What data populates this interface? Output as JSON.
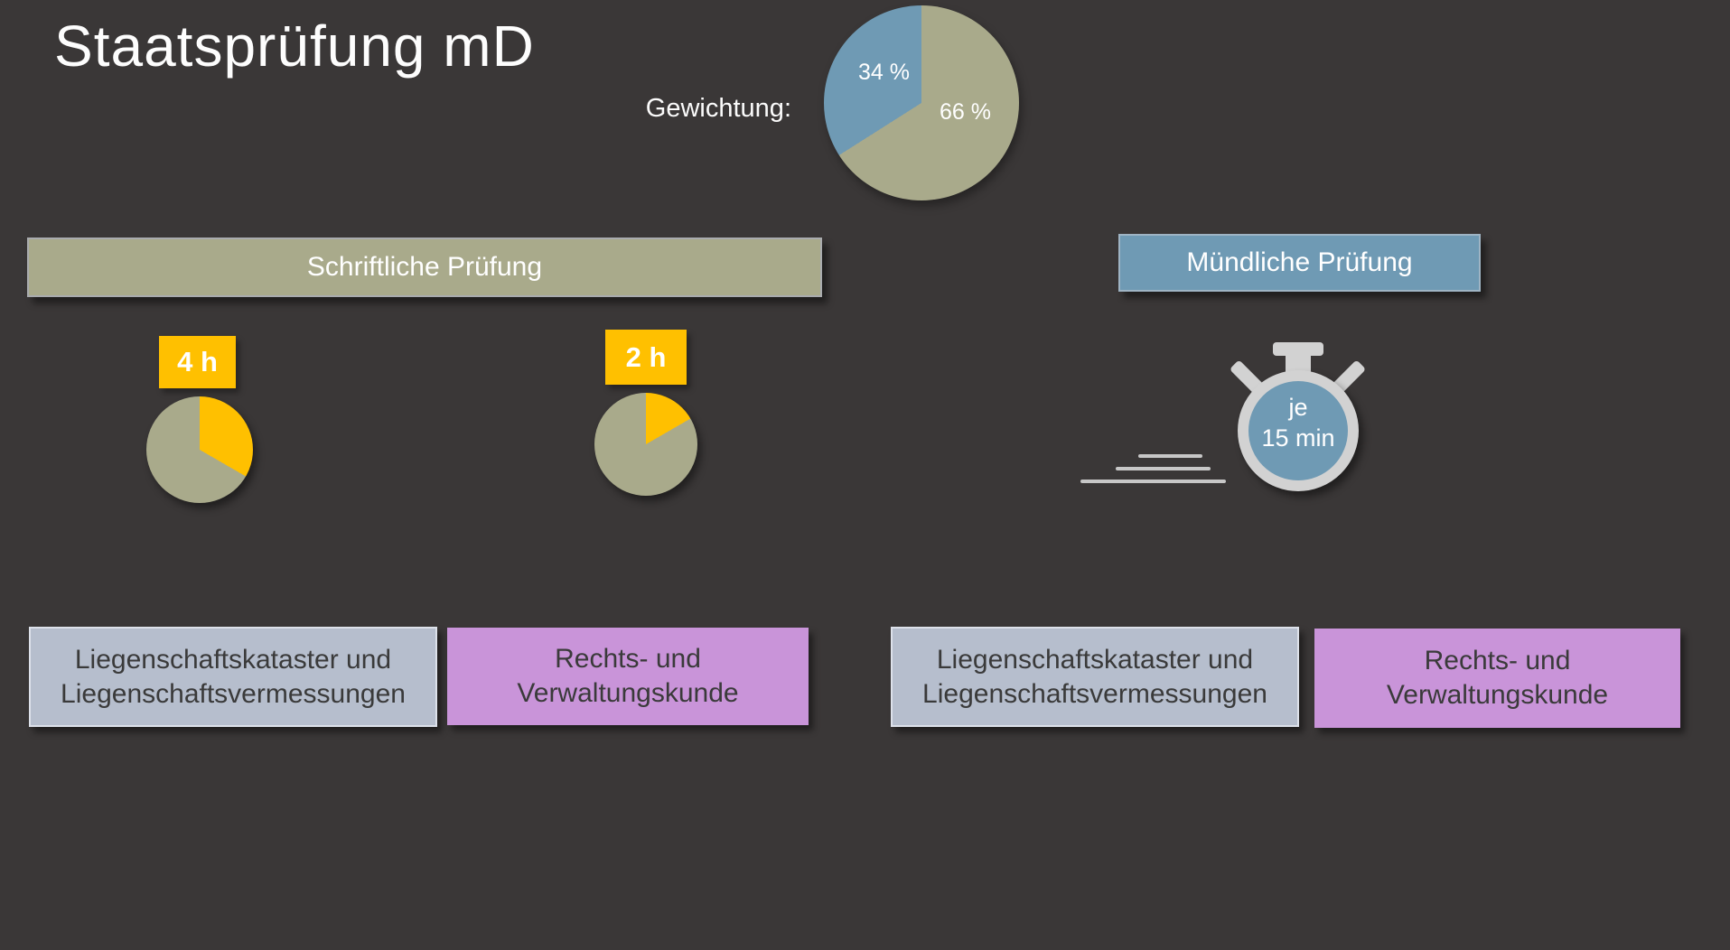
{
  "slide": {
    "title": "Staatsprüfung mD"
  },
  "colors": {
    "background": "#3a3737",
    "olive": "#a9aa8b",
    "steel_blue": "#6f9ab4",
    "yellow": "#ffc000",
    "periwinkle": "#b6becd",
    "purple": "#c994d9",
    "light_gray": "#d2d2d2",
    "dark_text": "#3a3a3a"
  },
  "weighting": {
    "label": "Gewichtung:"
  },
  "sections": {
    "written": {
      "header": "Schriftliche Prüfung",
      "durations": [
        "4 h",
        "2 h"
      ]
    },
    "oral": {
      "header": "Mündliche Prüfung",
      "duration": {
        "line1": "je",
        "line2": "15 min"
      }
    }
  },
  "subjects": [
    {
      "line1": "Liegenschaftskataster und",
      "line2": "Liegenschaftsvermessungen"
    },
    {
      "line1": "Rechts- und",
      "line2": "Verwaltungskunde"
    },
    {
      "line1": "Liegenschaftskataster und",
      "line2": "Liegenschaftsvermessungen"
    },
    {
      "line1": "Rechts- und",
      "line2": "Verwaltungskunde"
    }
  ],
  "chart_data": [
    {
      "type": "pie",
      "name": "gewichtung",
      "title": "Gewichtung:",
      "total": 100,
      "slices": [
        {
          "name": "Schriftliche Prüfung",
          "value": 66,
          "label": "66 %",
          "color": "#a9aa8b"
        },
        {
          "name": "Mündliche Prüfung",
          "value": 34,
          "label": "34 %",
          "color": "#6f9ab4"
        }
      ]
    },
    {
      "type": "pie",
      "name": "written-exam-part1-clock",
      "title": "4 h",
      "total": 12,
      "slices": [
        {
          "name": "4 h",
          "value": 4,
          "color": "#ffc000"
        },
        {
          "name": "remainder",
          "value": 8,
          "color": "#a9aa8b"
        }
      ]
    },
    {
      "type": "pie",
      "name": "written-exam-part2-clock",
      "title": "2 h",
      "total": 12,
      "slices": [
        {
          "name": "2 h",
          "value": 2,
          "color": "#ffc000"
        },
        {
          "name": "remainder",
          "value": 10,
          "color": "#a9aa8b"
        }
      ]
    }
  ]
}
